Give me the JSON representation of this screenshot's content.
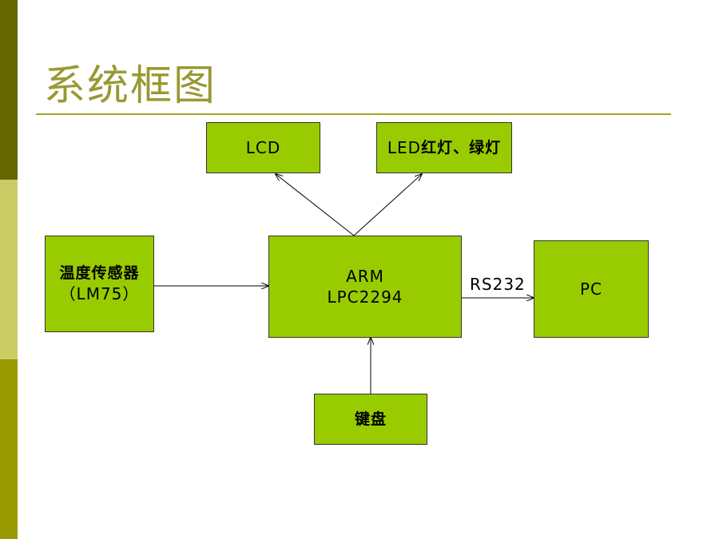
{
  "slide": {
    "title": "系统框图"
  },
  "blocks": {
    "lcd": {
      "label": "LCD"
    },
    "led": {
      "prefix": "LED",
      "suffix": "红灯、绿灯"
    },
    "sensor": {
      "line1": "温度传感器",
      "line2": "（LM75）"
    },
    "arm": {
      "line1": "ARM",
      "line2": "LPC2294"
    },
    "pc": {
      "label": "PC"
    },
    "keyboard": {
      "label": "键盘"
    }
  },
  "connections": {
    "rs232": "RS232"
  },
  "colors": {
    "block_fill": "#99cc00",
    "title": "#999933"
  }
}
